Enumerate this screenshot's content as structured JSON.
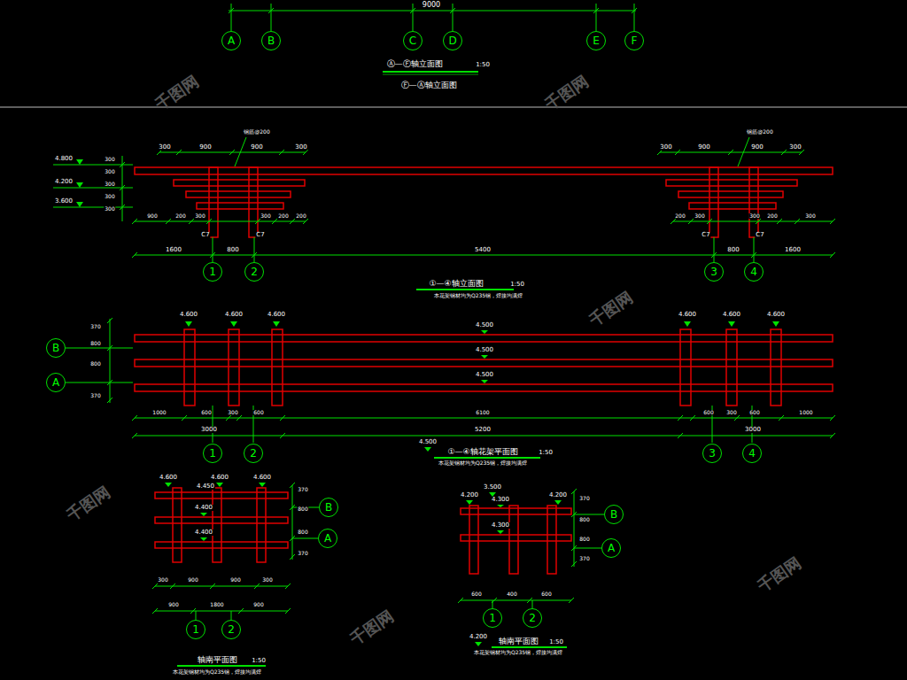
{
  "diagram": {
    "nodes": [
      {
        "text": [
          "A"
        ]
      },
      {
        "text": [
          "B"
        ]
      },
      {
        "text": [
          "C"
        ]
      },
      {
        "text": [
          "D"
        ]
      },
      {
        "text": [
          "E"
        ]
      },
      {
        "text": [
          "F"
        ]
      },
      {
        "text": [
          "1"
        ]
      },
      {
        "text": [
          "2"
        ]
      },
      {
        "text": [
          "3"
        ]
      },
      {
        "text": [
          "4"
        ]
      },
      {
        "text": [
          "B"
        ]
      },
      {
        "text": [
          "A"
        ]
      },
      {
        "text": [
          "1"
        ]
      },
      {
        "text": [
          "2"
        ]
      },
      {
        "text": [
          "3"
        ]
      },
      {
        "text": [
          "4"
        ]
      },
      {
        "text": [
          "B"
        ]
      },
      {
        "text": [
          "A"
        ]
      },
      {
        "text": [
          "1"
        ]
      },
      {
        "text": [
          "2"
        ]
      },
      {
        "text": [
          "B"
        ]
      },
      {
        "text": [
          "A"
        ]
      },
      {
        "text": [
          "1"
        ]
      },
      {
        "text": [
          "2"
        ]
      }
    ],
    "labels": [
      "9000",
      "Ⓐ—Ⓕ轴立面图",
      "1:50",
      "Ⓕ—Ⓐ轴立面图",
      "4.800",
      "4.200",
      "3.600",
      "300",
      "300",
      "300",
      "300",
      "300",
      "300",
      "900",
      "900",
      "300",
      "300",
      "900",
      "900",
      "300",
      "钢筋@200",
      "钢筋@200",
      "900",
      "200",
      "300",
      "300",
      "200",
      "200",
      "200",
      "300",
      "300",
      "200",
      "300",
      "C7",
      "C7",
      "C7",
      "C7",
      "1600",
      "800",
      "5400",
      "800",
      "1600",
      "①—④轴立面图",
      "1:50",
      "本花架钢材均为Q235钢，焊接均满焊",
      "4.600",
      "4.600",
      "4.600",
      "4.600",
      "4.600",
      "4.600",
      "4.500",
      "4.500",
      "4.500",
      "370",
      "800",
      "800",
      "370",
      "1000",
      "600",
      "300",
      "600",
      "6100",
      "600",
      "300",
      "600",
      "1000",
      "3000",
      "5200",
      "3000",
      "4.500",
      "①—④轴花架平面图",
      "1:50",
      "本花架钢材均为Q235钢，焊接均满焊",
      "4.600",
      "4.450",
      "4.600",
      "4.600",
      "4.400",
      "4.400",
      "370",
      "800",
      "800",
      "370",
      "300",
      "900",
      "900",
      "300",
      "900",
      "1800",
      "900",
      "轴南平面图",
      "1:50",
      "本花架钢材均为Q235钢，焊接均满焊",
      "4.200",
      "3.500",
      "4.300",
      "4.300",
      "4.200",
      "370",
      "800",
      "800",
      "370",
      "600",
      "400",
      "600",
      "4.200",
      "轴南平面图",
      "1:50",
      "本花架钢材均为Q235钢，焊接均满焊",
      "千图网",
      "千图网",
      "千图网",
      "千图网",
      "千图网",
      "千图网"
    ]
  }
}
